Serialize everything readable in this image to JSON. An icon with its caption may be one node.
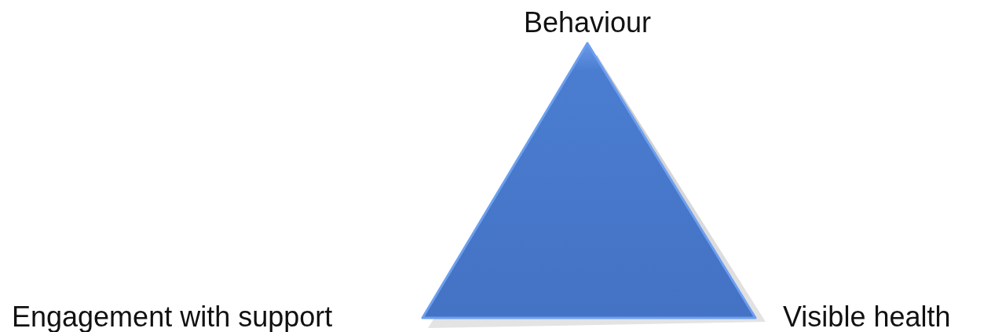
{
  "diagram": {
    "labels": [
      "Behaviour",
      "Engagement with support",
      "Visible health"
    ]
  }
}
